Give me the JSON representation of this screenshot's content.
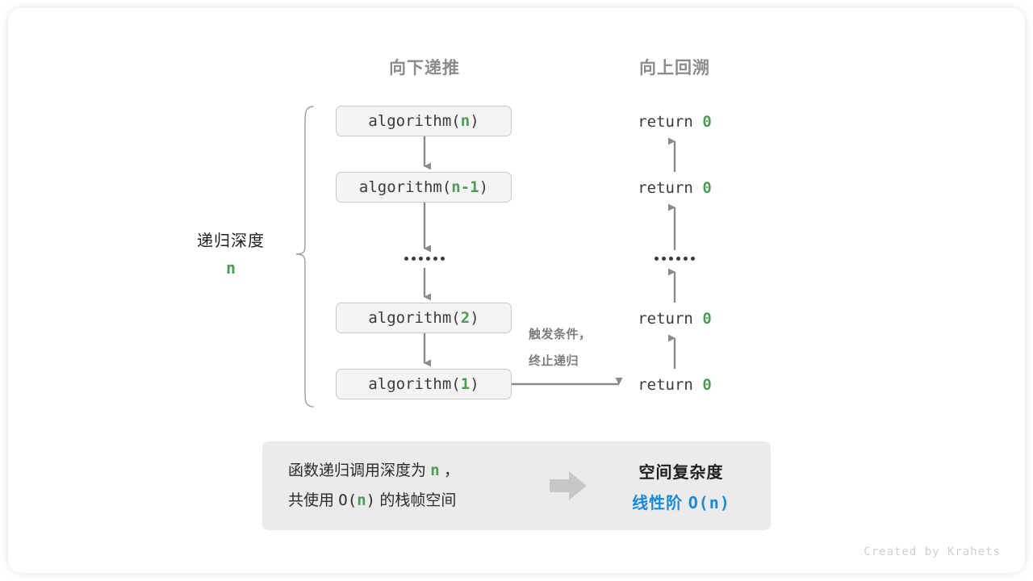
{
  "headers": {
    "down": "向下递推",
    "up": "向上回溯"
  },
  "calls": [
    {
      "prefix": "algorithm(",
      "arg": "n",
      "suffix": ")"
    },
    {
      "prefix": "algorithm(",
      "arg": "n-1",
      "suffix": ")"
    },
    {
      "prefix": "algorithm(",
      "arg": "2",
      "suffix": ")"
    },
    {
      "prefix": "algorithm(",
      "arg": "1",
      "suffix": ")"
    }
  ],
  "returns": [
    {
      "keyword": "return",
      "value": "0"
    },
    {
      "keyword": "return",
      "value": "0"
    },
    {
      "keyword": "return",
      "value": "0"
    },
    {
      "keyword": "return",
      "value": "0"
    }
  ],
  "ellipsis": {
    "dot_count": 6
  },
  "depth": {
    "label": "递归深度",
    "value": "n"
  },
  "trigger_note": {
    "line1": "触发条件，",
    "line2": "终止递归"
  },
  "summary": {
    "left_line1_a": "函数递归调用深度为",
    "left_line1_var": "n",
    "left_line1_b": "，",
    "left_line2_a": "共使用",
    "left_line2_fn": "O(",
    "left_line2_var": "n",
    "left_line2_fn_close": ")",
    "left_line2_b": "的栈帧空间",
    "arrow_icon": "right-arrow-icon",
    "right_title": "空间复杂度",
    "right_value_text": "线性阶",
    "right_value_mono": "O(n)"
  },
  "credit": "Created by Krahets",
  "colors": {
    "green": "#4e9a56",
    "blue": "#1b8ad5",
    "gray_text": "#8c8c8c",
    "box_fill": "#f4f4f4",
    "box_border": "#c9c9c9",
    "panel_fill": "#ebebeb",
    "arrow": "#8a8a8a"
  }
}
